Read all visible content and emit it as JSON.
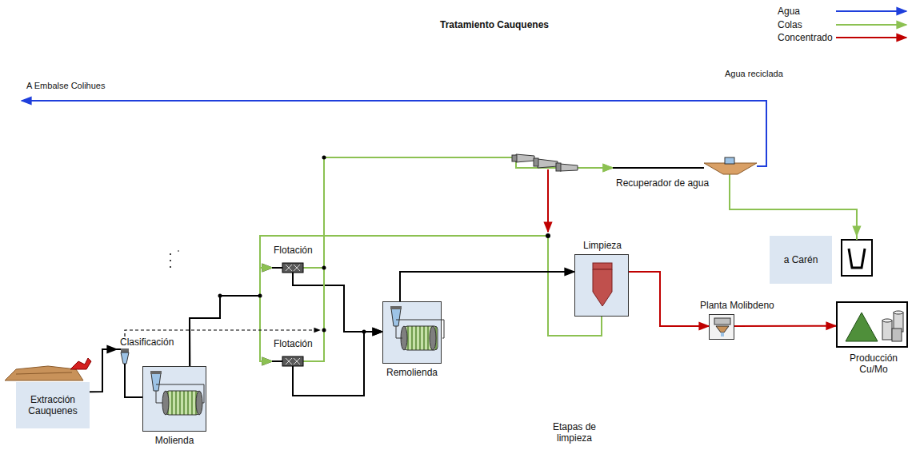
{
  "diagram": {
    "title": "Tratamiento Cauquenes",
    "nodes": [
      {
        "text": [
          "Extracción Cauquenes"
        ]
      },
      {
        "text": [
          "Clasificación"
        ]
      },
      {
        "text": [
          "Molienda"
        ]
      },
      {
        "text": [
          "Flotación"
        ]
      },
      {
        "text": [
          "Flotación"
        ]
      },
      {
        "text": [
          "Remolienda"
        ]
      },
      {
        "text": [
          "Recuperador de agua"
        ]
      },
      {
        "text": [
          "Limpieza"
        ]
      },
      {
        "text": [
          "a Carén"
        ]
      },
      {
        "text": [
          "Planta Molibdeno"
        ]
      },
      {
        "text": [
          "Producción Cu/Mo"
        ]
      }
    ],
    "edges": [
      {
        "from": 0,
        "to": 1,
        "arrow": "to"
      },
      {
        "from": 1,
        "to": 2,
        "arrow": "none"
      },
      {
        "from": 2,
        "to": 3,
        "arrow": "to"
      },
      {
        "from": 2,
        "to": 4,
        "arrow": "to"
      },
      {
        "from": 3,
        "to": 5,
        "arrow": "to"
      },
      {
        "from": 4,
        "to": 5,
        "arrow": "to"
      },
      {
        "from": 3,
        "to": 6,
        "arrow": "to"
      },
      {
        "from": 4,
        "to": 6,
        "arrow": "to"
      },
      {
        "from": 7,
        "to": 3,
        "arrow": "to"
      },
      {
        "from": 7,
        "to": 4,
        "arrow": "to"
      },
      {
        "from": 5,
        "to": 7,
        "arrow": "to"
      },
      {
        "from": 7,
        "to": 9,
        "arrow": "to"
      },
      {
        "from": 9,
        "to": 10,
        "arrow": "to"
      },
      {
        "from": 6,
        "to": 8,
        "arrow": "to"
      }
    ],
    "labels": [
      "A Embalse Colihues",
      "Agua reciclada",
      "Etapas de limpieza"
    ],
    "legend": [
      {
        "text": "Agua"
      },
      {
        "text": "Colas"
      },
      {
        "text": "Concentrado"
      }
    ]
  }
}
